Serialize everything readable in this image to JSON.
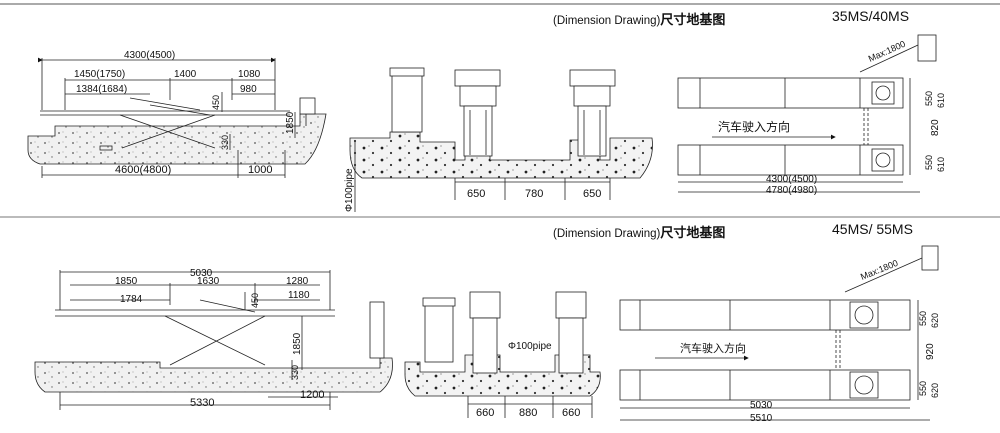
{
  "top": {
    "header_en": "(Dimension Drawing)",
    "header_cn": "尺寸地基图",
    "model": "35MS/40MS",
    "side": {
      "total_len": "4300(4500)",
      "d1": "1450(1750)",
      "d2": "1400",
      "d3": "1080",
      "d4": "1384(1684)",
      "d5": "980",
      "h_450": "450",
      "h_1850": "1850",
      "h_330": "330",
      "pit_len": "4600(4800)",
      "d6": "1000"
    },
    "pipe": "Φ100pipe",
    "front": {
      "a": "650",
      "b": "780",
      "c": "650"
    },
    "plan": {
      "max": "Max:1800",
      "direction": "汽车驶入方向",
      "w1": "550",
      "w2": "610",
      "gap": "820",
      "w3": "550",
      "w4": "610",
      "len1": "4300(4500)",
      "len2": "4780(4980)"
    }
  },
  "bottom": {
    "header_en": "(Dimension Drawing)",
    "header_cn": "尺寸地基图",
    "model": "45MS/ 55MS",
    "side": {
      "total_len": "5030",
      "d1": "1850",
      "d2": "1630",
      "d3": "1280",
      "d4": "1784",
      "d5": "1180",
      "h_450": "450",
      "h_1850": "1850",
      "h_330": "330",
      "pit_len": "5330",
      "d6": "1200"
    },
    "pipe": "Φ100pipe",
    "front": {
      "a": "660",
      "b": "880",
      "c": "660"
    },
    "plan": {
      "max": "Max:1800",
      "direction": "汽车驶入方向",
      "w1": "550",
      "w2": "620",
      "gap": "920",
      "w3": "550",
      "w4": "620",
      "len1": "5030",
      "len2": "5510"
    }
  }
}
